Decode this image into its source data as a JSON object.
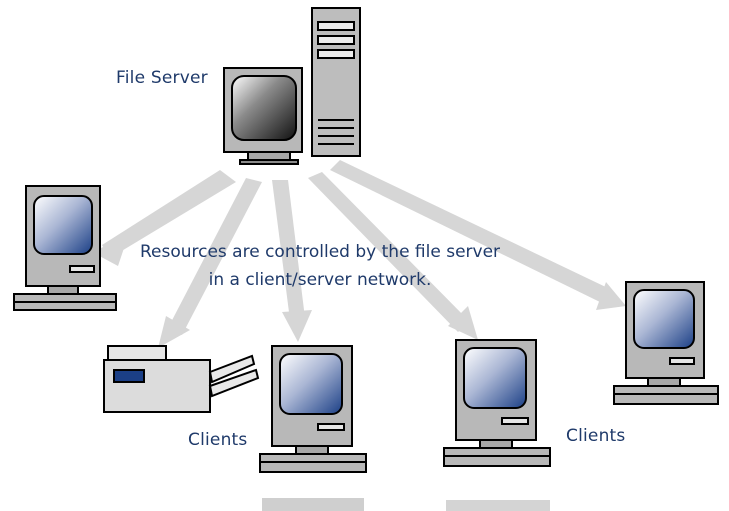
{
  "labels": {
    "file_server": "File Server",
    "clients_left": "Clients",
    "clients_right": "Clients"
  },
  "caption": {
    "line1": "Resources are controlled by the file server",
    "line2": "in a client/server network."
  },
  "devices": {
    "server": "file-server-tower-with-monitor",
    "printer": "printer",
    "clients": [
      "computer",
      "computer",
      "computer",
      "computer"
    ]
  },
  "colors": {
    "text": "#1f3a6a",
    "arrows": "#d8d8d8",
    "device_gray": "#b8b8b8",
    "outline": "#000000"
  }
}
